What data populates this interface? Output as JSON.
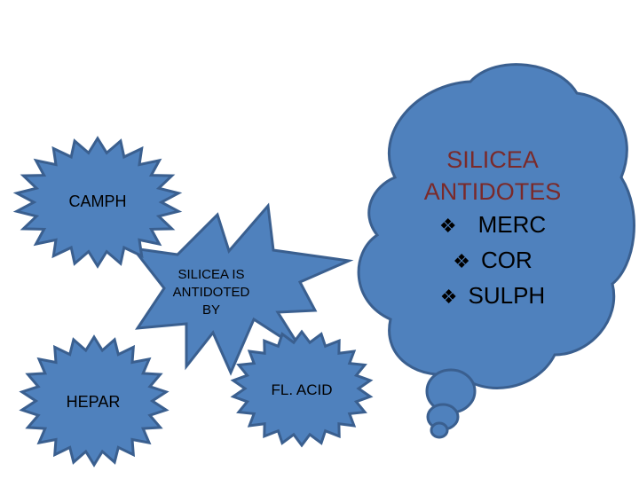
{
  "nodes": {
    "camph": "CAMPH",
    "center": [
      "SILICEA IS",
      "ANTIDOTED",
      "BY"
    ],
    "hepar": "HEPAR",
    "fl_acid": "FL. ACID"
  },
  "cloud": {
    "title": [
      "SILICEA",
      "ANTIDOTES"
    ],
    "bullet": "❖",
    "items": [
      "MERC",
      "COR",
      "SULPH"
    ]
  },
  "colors": {
    "fill": "#4f81bd",
    "stroke": "#3a5f8f"
  }
}
